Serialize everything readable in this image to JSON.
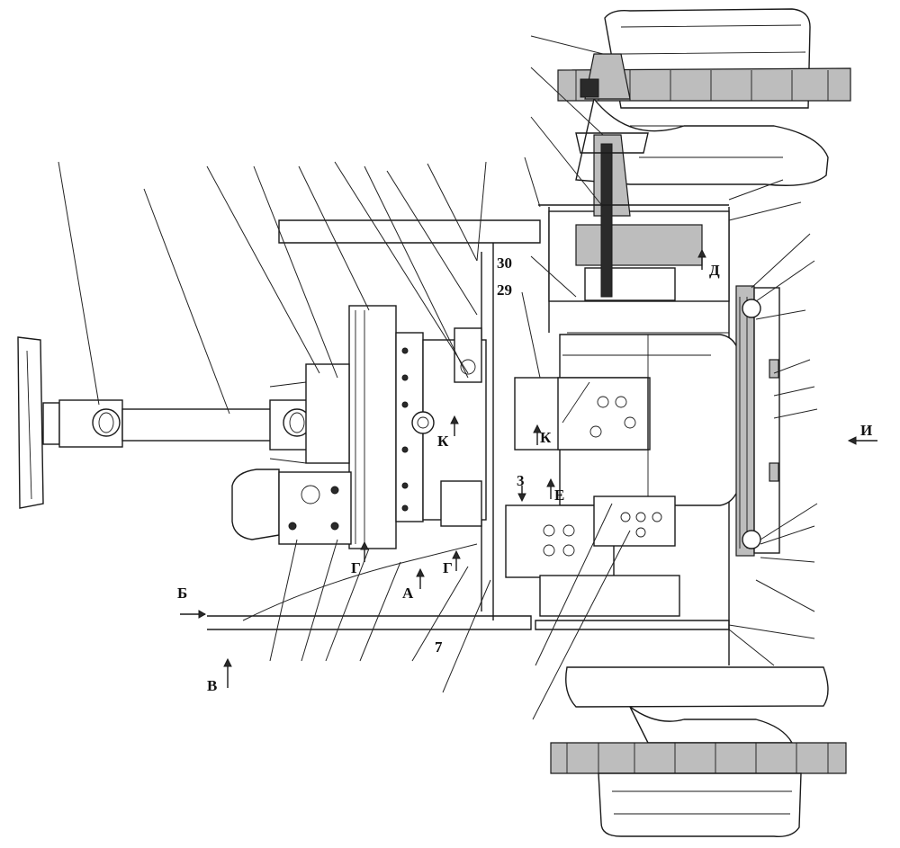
{
  "labels": {
    "n30": "30",
    "n29": "29",
    "n3": "3",
    "n7": "7",
    "k1": "К",
    "k2": "К",
    "e": "Е",
    "d": "Д",
    "i": "И",
    "b": "Б",
    "v": "В",
    "a": "А",
    "g1": "Г",
    "g2": "Г"
  }
}
